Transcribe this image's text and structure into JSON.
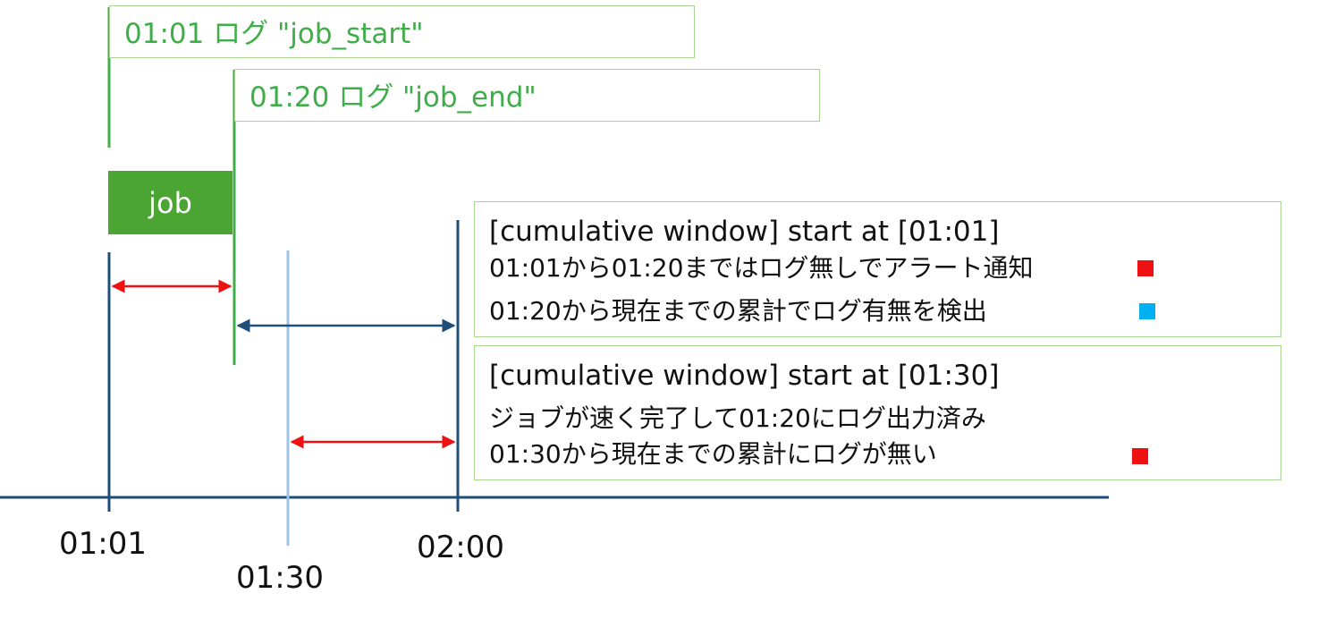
{
  "events": {
    "job_start": {
      "text": "01:01 ログ \"job_start\""
    },
    "job_end": {
      "text": "01:20 ログ \"job_end\""
    }
  },
  "job": {
    "label": "job"
  },
  "windows": [
    {
      "title": "[cumulative window] start at [01:01]",
      "lines": [
        {
          "text": "01:01から01:20まではログ無しでアラート通知",
          "marker_color": "#ee1111"
        },
        {
          "text": "01:20から現在までの累計でログ有無を検出",
          "marker_color": "#00b0f0"
        }
      ]
    },
    {
      "title": "[cumulative window] start at [01:30]",
      "lines": [
        {
          "text": "ジョブが速く完了して01:20にログ出力済み"
        },
        {
          "text": "01:30から現在までの累計にログが無い",
          "marker_color": "#ee1111"
        }
      ]
    }
  ],
  "timeline": {
    "ticks": [
      "01:01",
      "01:30",
      "02:00"
    ]
  },
  "colors": {
    "green_dark": "#3fae49",
    "green_box": "#4aa532",
    "green_border": "#a8d58f",
    "navy": "#1f4e79",
    "light_blue": "#9dc3e6",
    "red_arrow": "#ee1111",
    "dark_arrow": "#1f4e79"
  }
}
